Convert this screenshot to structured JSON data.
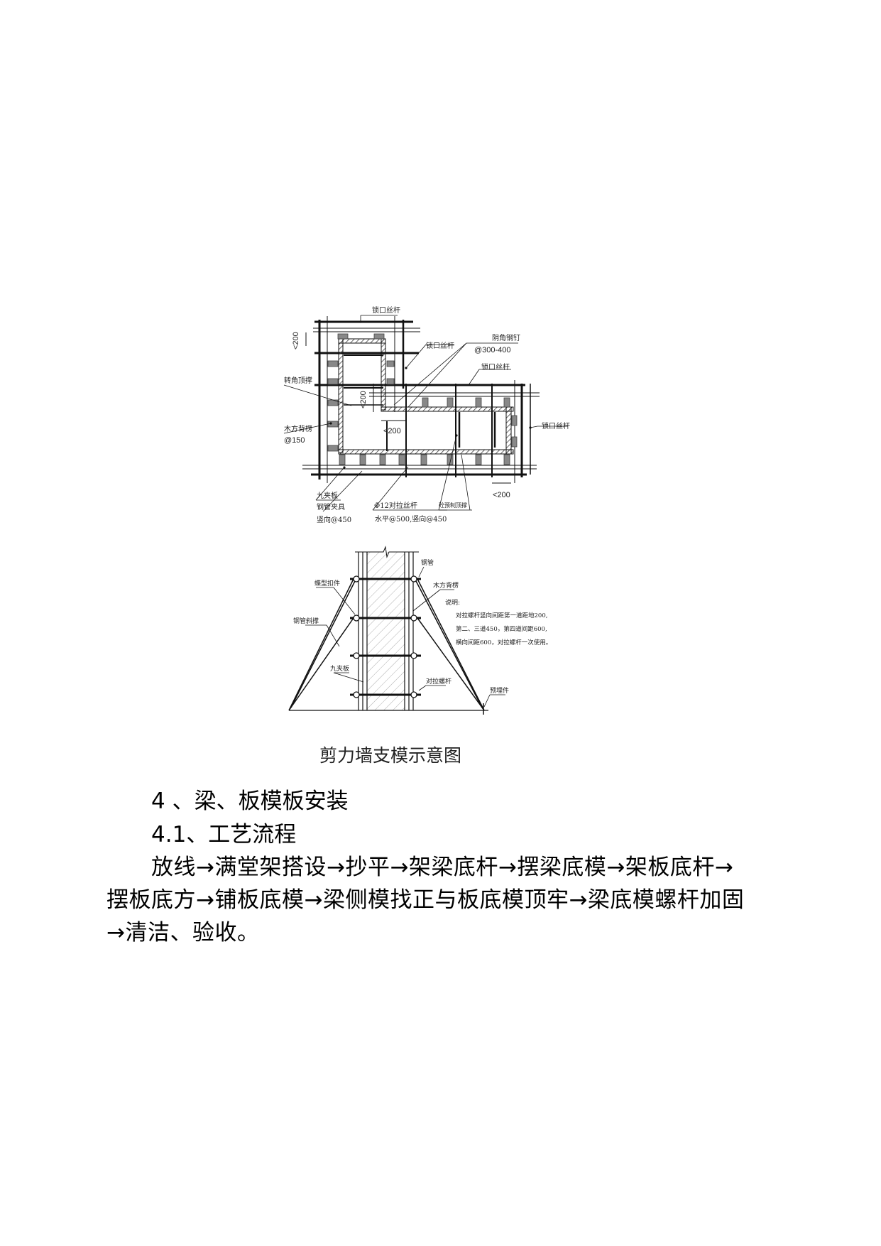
{
  "figure": {
    "plan_labels": {
      "lock_rod_top": "锁口丝杆",
      "lock_rod_mid": "锁口丝杆",
      "lock_rod_right_top": "锁口丝杆",
      "lock_rod_right": "锁口丝杆",
      "inner_corner_nail": "阴角钢钉",
      "inner_corner_nail_spacing": "@300-400",
      "corner_brace": "转角顶撑",
      "timber_backing": "木方背楞",
      "timber_backing_spacing": "@150",
      "dim_top_left": "<200",
      "dim_mid": "<200",
      "dim_inner": "<200",
      "dim_bottom_right": "<200",
      "plywood": "九夹板",
      "steel_clamp": "钢管夹具",
      "steel_clamp_spacing": "竖向@450",
      "tie_rod": "Φ12对拉丝杆",
      "tie_rod_spacing": "水平@500,竖向@450",
      "precast_brace": "砼预制顶撑"
    },
    "elevation_labels": {
      "steel_pipe": "钢管",
      "butterfly_clamp": "蝶型扣件",
      "timber_backing": "木方背楞",
      "steel_diagonal_brace": "钢管斜撑",
      "plywood": "九夹板",
      "tie_bolt": "对拉螺杆",
      "embedded_part": "预埋件",
      "note_title": "说明:",
      "note_lines": [
        "对拉螺杆竖向间距第一道距地200,",
        "第二、三道450，第四道间距600,",
        "横向间距600，对拉螺杆一次使用。"
      ]
    },
    "caption": "剪力墙支模示意图"
  },
  "section": {
    "heading": "4 、梁、板模板安装",
    "subheading": "4.1、工艺流程",
    "body": "放线→满堂架搭设→抄平→架梁底杆→摆梁底模→架板底杆→摆板底方→铺板底模→梁侧模找正与板底模顶牢→梁底模螺杆加固→清洁、验收。"
  }
}
